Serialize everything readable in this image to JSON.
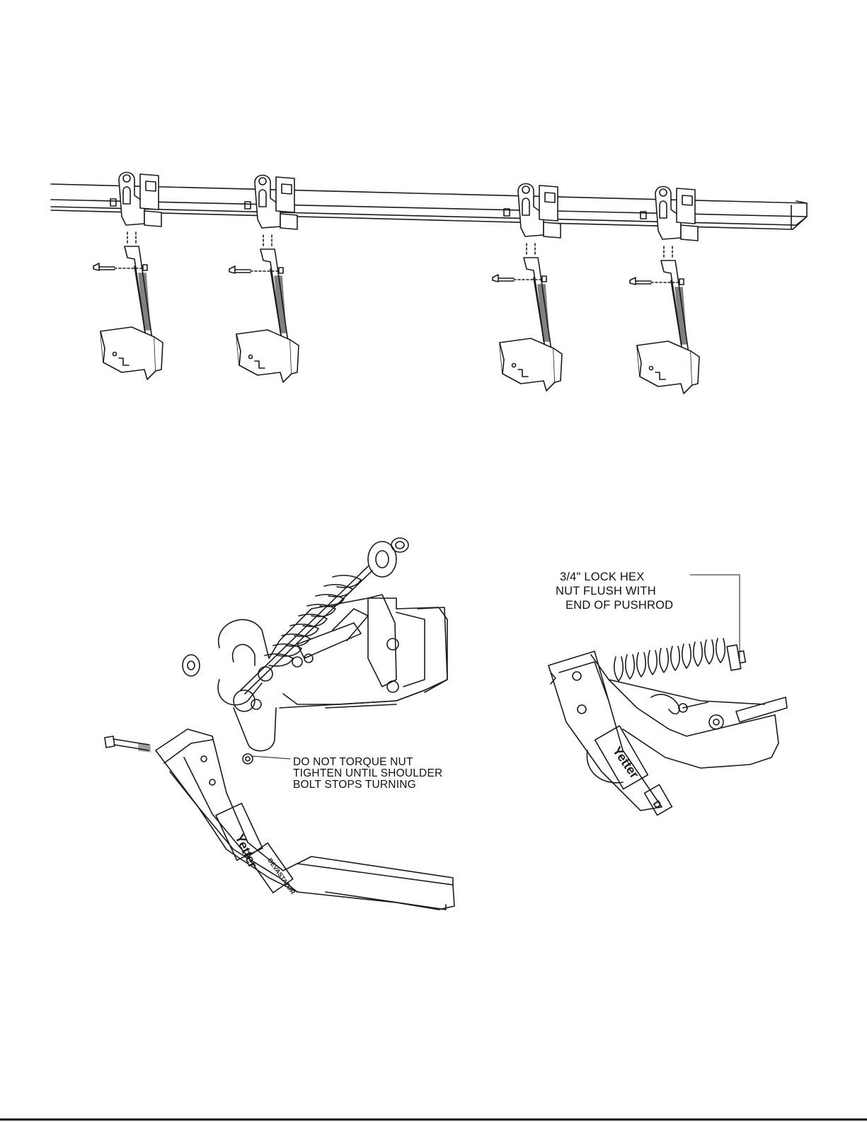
{
  "callouts": {
    "torque_note": {
      "line1": "DO NOT TORQUE NUT",
      "line2": "TIGHTEN UNTIL SHOULDER",
      "line3": "BOLT STOPS TURNING"
    },
    "lock_nut_note": {
      "line1": "3/4\" LOCK HEX",
      "line2": "NUT FLUSH WITH",
      "line3": "END OF PUSHROD"
    }
  },
  "labels": {
    "brand_decal": "Yetter",
    "model_decal_left": "DEVASTATOR",
    "model_decal_right": "D"
  },
  "colors": {
    "line": "#1a1a1a",
    "background": "#ffffff"
  }
}
